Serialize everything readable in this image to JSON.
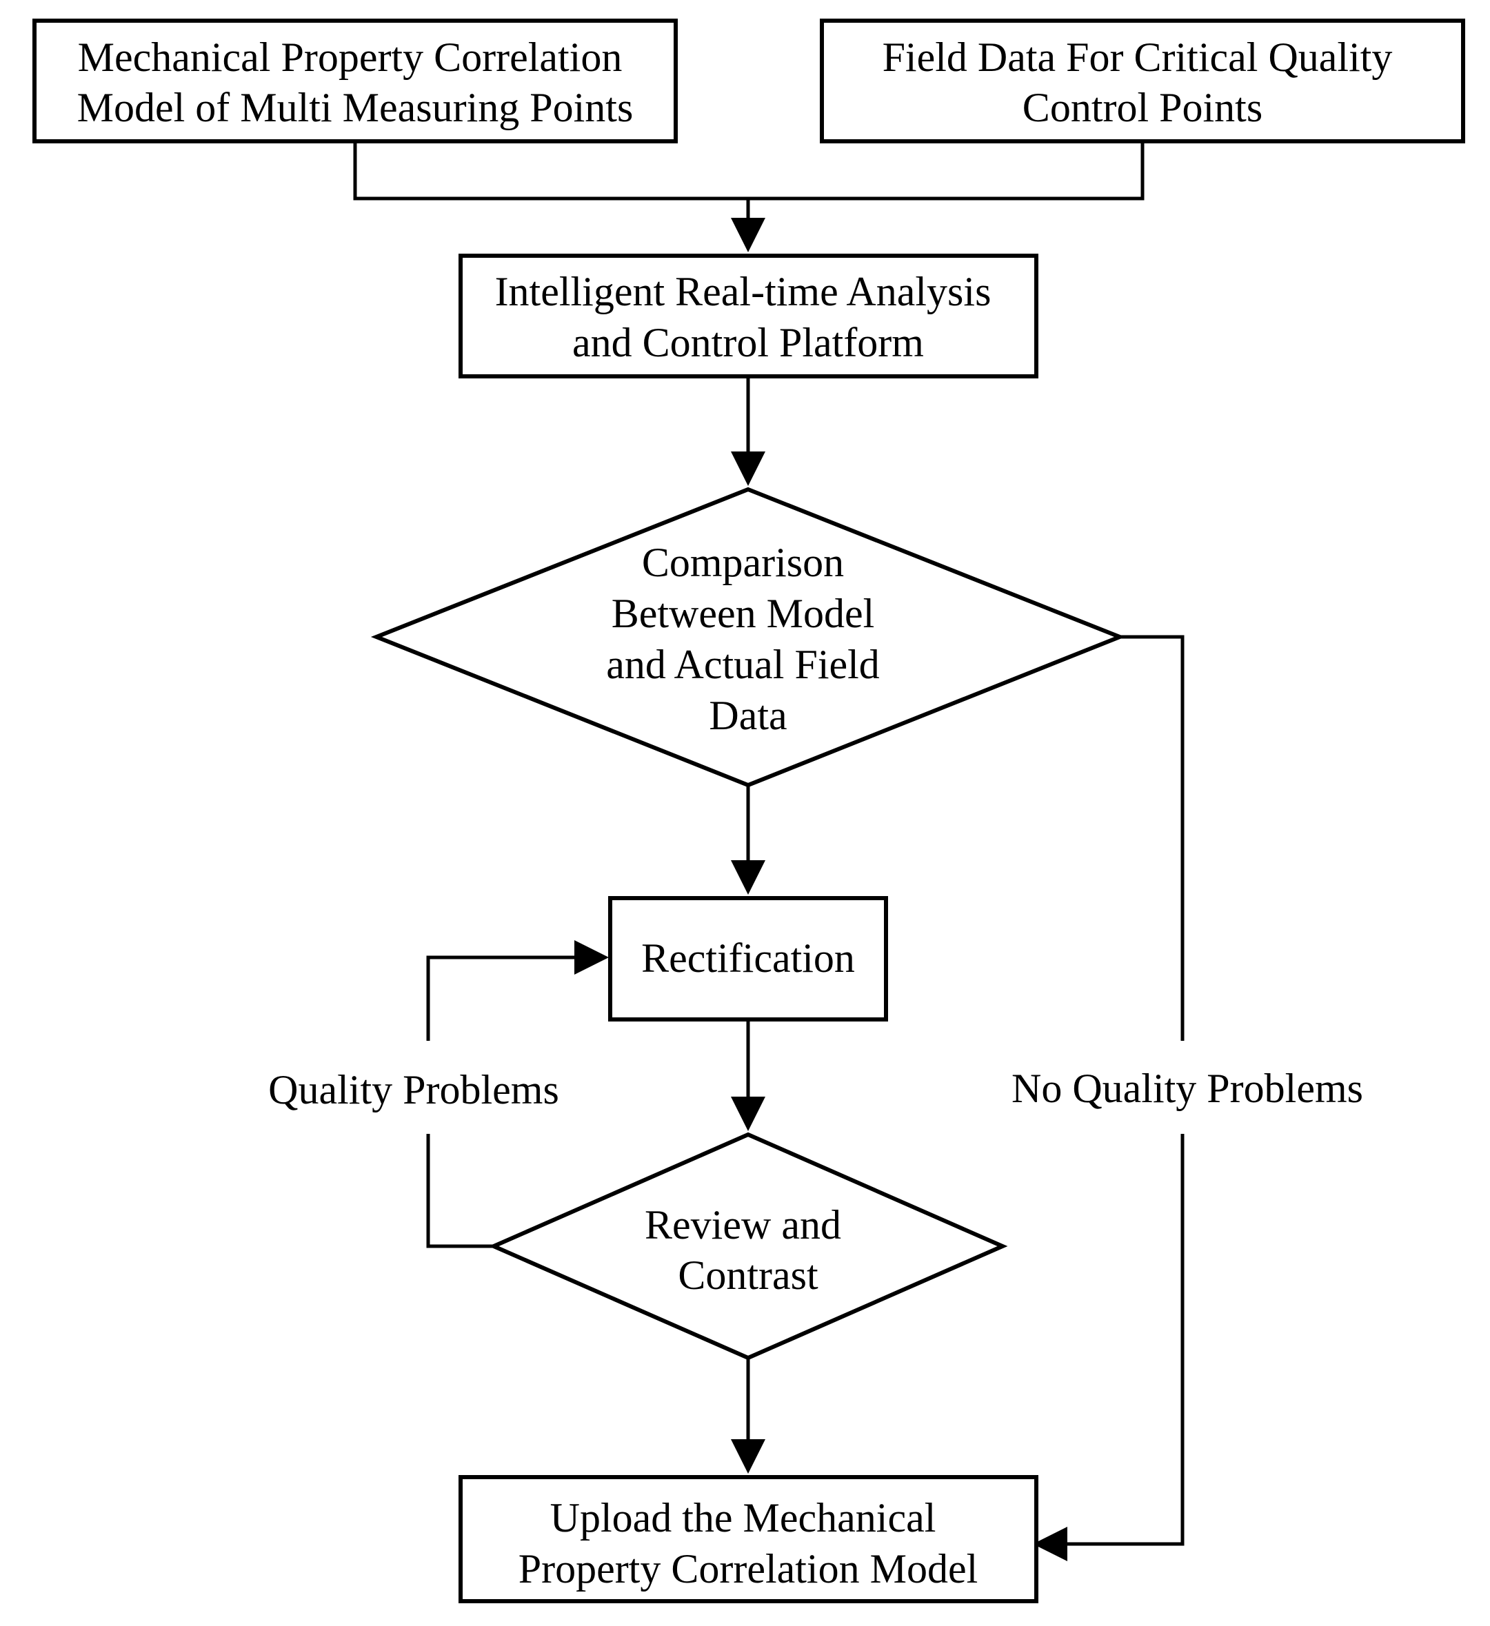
{
  "diagram": {
    "nodes": {
      "model_source": {
        "lines": [
          "Mechanical Property Correlation",
          "Model of Multi Measuring Points"
        ]
      },
      "field_source": {
        "lines": [
          "Field Data For Critical Quality",
          "Control Points"
        ]
      },
      "platform": {
        "lines": [
          "Intelligent Real-time Analysis",
          "and Control Platform"
        ]
      },
      "comparison": {
        "lines": [
          "Comparison",
          "Between Model",
          "and Actual Field",
          "Data"
        ]
      },
      "rectification": {
        "lines": [
          "Rectification"
        ]
      },
      "review": {
        "lines": [
          "Review and",
          "Contrast"
        ]
      },
      "upload": {
        "lines": [
          "Upload the Mechanical",
          "Property Correlation Model"
        ]
      }
    },
    "edge_labels": {
      "quality_problems": "Quality Problems",
      "no_quality_problems": "No Quality Problems"
    },
    "colors": {
      "stroke": "#000000",
      "fill": "#ffffff",
      "text": "#000000"
    }
  }
}
